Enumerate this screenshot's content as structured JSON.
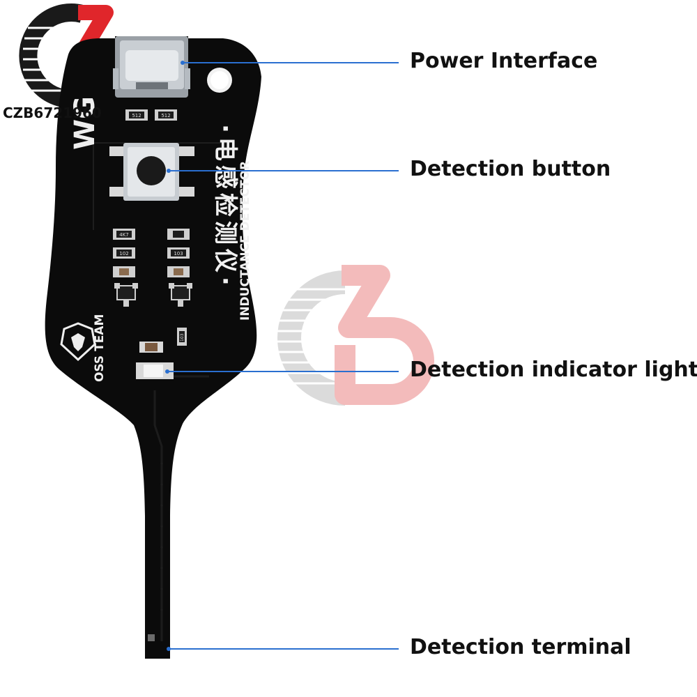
{
  "brand": {
    "logo_text": "CZB6721960",
    "colors": {
      "logo_dark": "#1a1a1a",
      "logo_red": "#e0262b",
      "watermark_red": "#f2b4b4",
      "watermark_grey": "#d6d6d6"
    }
  },
  "board": {
    "model_text": "WG",
    "title_cn": "·电感检测仪·",
    "title_en": "INDUCTANCE DETECTOR",
    "team_text": "OSS TEAM",
    "resistor_codes": [
      "512",
      "512",
      "4K7",
      "102",
      "103",
      "103"
    ],
    "colors": {
      "pcb": "#0b0b0b",
      "silkscreen": "#f0f0f0",
      "trace": "#1c1c1c",
      "leader": "#2a6fd0"
    }
  },
  "callouts": [
    {
      "label": "Power Interface"
    },
    {
      "label": "Detection button"
    },
    {
      "label": "Detection indicator light"
    },
    {
      "label": "Detection terminal"
    }
  ]
}
